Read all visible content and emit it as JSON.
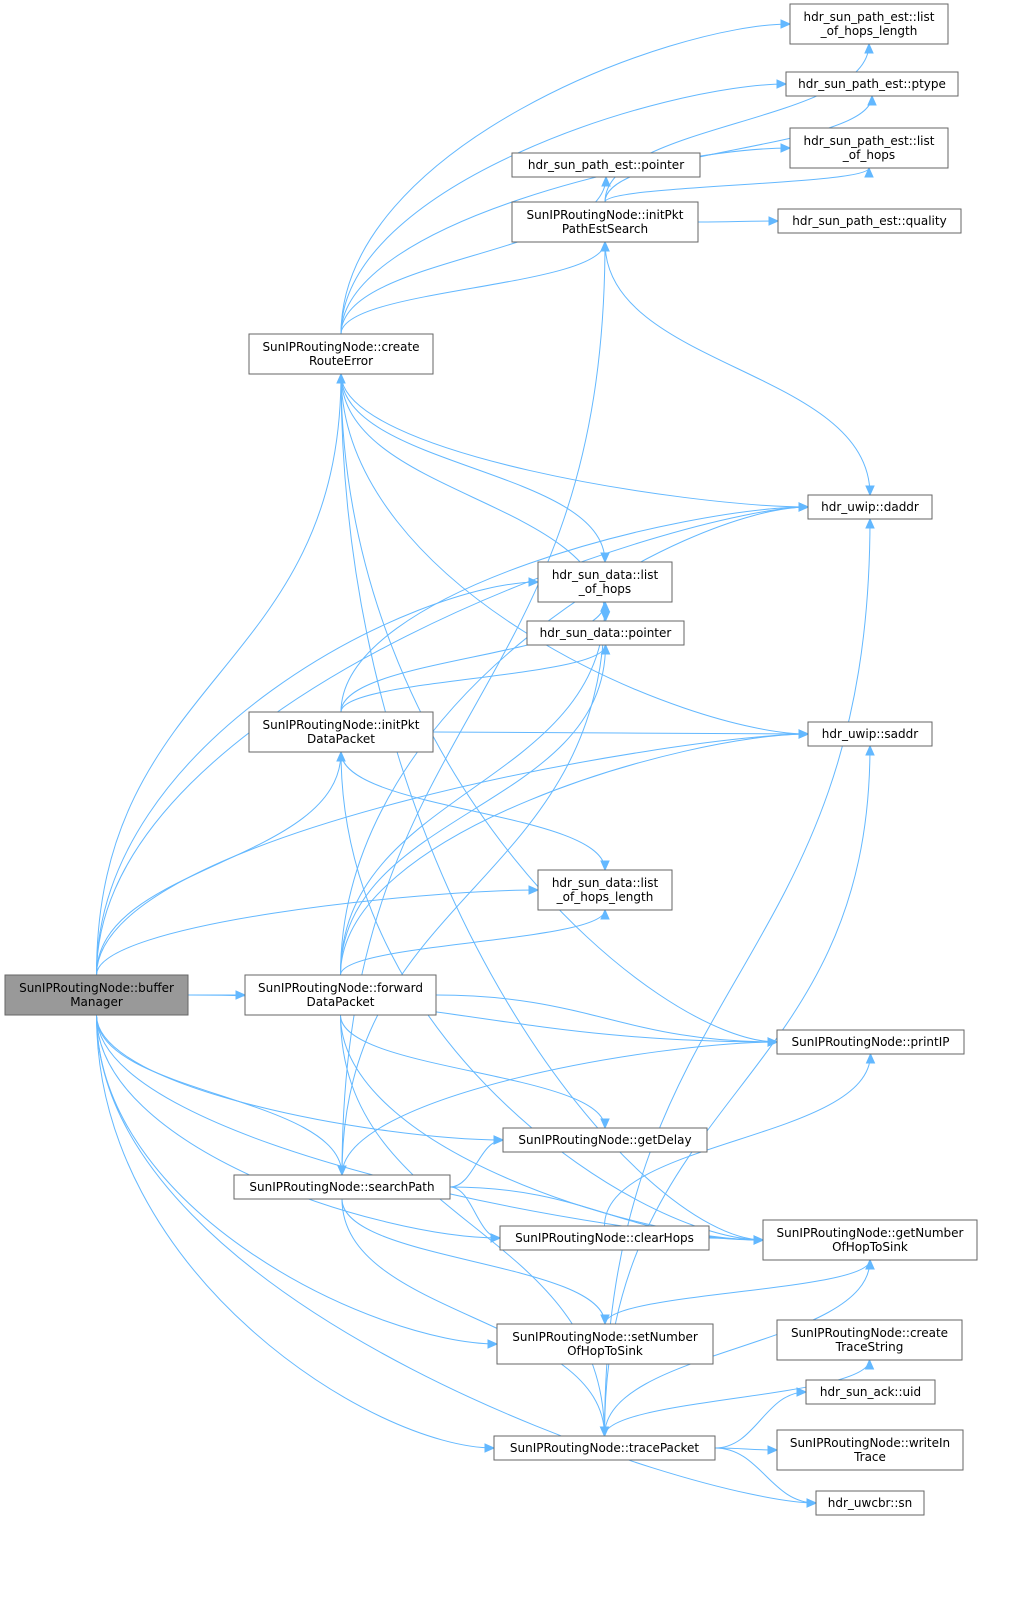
{
  "nodes": {
    "buffer": {
      "lines": [
        "SunIPRoutingNode::buffer",
        "Manager"
      ]
    },
    "createRE": {
      "lines": [
        "SunIPRoutingNode::create",
        "RouteError"
      ]
    },
    "initData": {
      "lines": [
        "SunIPRoutingNode::initPkt",
        "DataPacket"
      ]
    },
    "fwdData": {
      "lines": [
        "SunIPRoutingNode::forward",
        "DataPacket"
      ]
    },
    "searchPath": {
      "lines": [
        "SunIPRoutingNode::searchPath"
      ]
    },
    "pathPointer": {
      "lines": [
        "hdr_sun_path_est::pointer"
      ]
    },
    "initPES": {
      "lines": [
        "SunIPRoutingNode::initPkt",
        "PathEstSearch"
      ]
    },
    "dataHops": {
      "lines": [
        "hdr_sun_data::list",
        "_of_hops"
      ]
    },
    "dataPointer": {
      "lines": [
        "hdr_sun_data::pointer"
      ]
    },
    "dataHopsLen": {
      "lines": [
        "hdr_sun_data::list",
        "_of_hops_length"
      ]
    },
    "getDelay": {
      "lines": [
        "SunIPRoutingNode::getDelay"
      ]
    },
    "clearHops": {
      "lines": [
        "SunIPRoutingNode::clearHops"
      ]
    },
    "setNum": {
      "lines": [
        "SunIPRoutingNode::setNumber",
        "OfHopToSink"
      ]
    },
    "trace": {
      "lines": [
        "SunIPRoutingNode::tracePacket"
      ]
    },
    "pathHopsLen": {
      "lines": [
        "hdr_sun_path_est::list",
        "_of_hops_length"
      ]
    },
    "ptype": {
      "lines": [
        "hdr_sun_path_est::ptype"
      ]
    },
    "pathHops": {
      "lines": [
        "hdr_sun_path_est::list",
        "_of_hops"
      ]
    },
    "quality": {
      "lines": [
        "hdr_sun_path_est::quality"
      ]
    },
    "daddr": {
      "lines": [
        "hdr_uwip::daddr"
      ]
    },
    "saddr": {
      "lines": [
        "hdr_uwip::saddr"
      ]
    },
    "printIP": {
      "lines": [
        "SunIPRoutingNode::printIP"
      ]
    },
    "getNum": {
      "lines": [
        "SunIPRoutingNode::getNumber",
        "OfHopToSink"
      ]
    },
    "createTrace": {
      "lines": [
        "SunIPRoutingNode::create",
        "TraceString"
      ]
    },
    "ackUid": {
      "lines": [
        "hdr_sun_ack::uid"
      ]
    },
    "writeIn": {
      "lines": [
        "SunIPRoutingNode::writeIn",
        "Trace"
      ]
    },
    "uwcbrSn": {
      "lines": [
        "hdr_uwcbr::sn"
      ]
    }
  },
  "edges": [
    [
      "buffer",
      "createRE"
    ],
    [
      "buffer",
      "initData"
    ],
    [
      "buffer",
      "fwdData"
    ],
    [
      "buffer",
      "searchPath"
    ],
    [
      "buffer",
      "dataHops"
    ],
    [
      "buffer",
      "dataHopsLen"
    ],
    [
      "buffer",
      "getDelay"
    ],
    [
      "buffer",
      "clearHops"
    ],
    [
      "buffer",
      "setNum"
    ],
    [
      "buffer",
      "trace"
    ],
    [
      "buffer",
      "daddr"
    ],
    [
      "buffer",
      "saddr"
    ],
    [
      "buffer",
      "printIP"
    ],
    [
      "buffer",
      "getNum"
    ],
    [
      "buffer",
      "uwcbrSn"
    ],
    [
      "createRE",
      "pathHopsLen"
    ],
    [
      "createRE",
      "ptype"
    ],
    [
      "createRE",
      "pathHops"
    ],
    [
      "createRE",
      "pathPointer"
    ],
    [
      "createRE",
      "initPES"
    ],
    [
      "createRE",
      "daddr"
    ],
    [
      "createRE",
      "saddr"
    ],
    [
      "createRE",
      "dataHops"
    ],
    [
      "createRE",
      "dataPointer"
    ],
    [
      "createRE",
      "getNum"
    ],
    [
      "createRE",
      "printIP"
    ],
    [
      "initPES",
      "pathHopsLen"
    ],
    [
      "initPES",
      "ptype"
    ],
    [
      "initPES",
      "pathHops"
    ],
    [
      "initPES",
      "quality"
    ],
    [
      "initPES",
      "daddr"
    ],
    [
      "initData",
      "dataHops"
    ],
    [
      "initData",
      "dataPointer"
    ],
    [
      "initData",
      "dataHopsLen"
    ],
    [
      "initData",
      "daddr"
    ],
    [
      "initData",
      "saddr"
    ],
    [
      "initData",
      "getNum"
    ],
    [
      "fwdData",
      "dataHops"
    ],
    [
      "fwdData",
      "dataPointer"
    ],
    [
      "fwdData",
      "dataHopsLen"
    ],
    [
      "fwdData",
      "daddr"
    ],
    [
      "fwdData",
      "saddr"
    ],
    [
      "fwdData",
      "printIP"
    ],
    [
      "fwdData",
      "getDelay"
    ],
    [
      "fwdData",
      "getNum"
    ],
    [
      "fwdData",
      "trace"
    ],
    [
      "searchPath",
      "initPES"
    ],
    [
      "searchPath",
      "getDelay"
    ],
    [
      "searchPath",
      "clearHops"
    ],
    [
      "searchPath",
      "setNum"
    ],
    [
      "searchPath",
      "trace"
    ],
    [
      "searchPath",
      "printIP"
    ],
    [
      "searchPath",
      "getNum"
    ],
    [
      "searchPath",
      "dataHops"
    ],
    [
      "clearHops",
      "getNum"
    ],
    [
      "clearHops",
      "printIP"
    ],
    [
      "setNum",
      "getNum"
    ],
    [
      "trace",
      "createTrace"
    ],
    [
      "trace",
      "ackUid"
    ],
    [
      "trace",
      "writeIn"
    ],
    [
      "trace",
      "uwcbrSn"
    ],
    [
      "trace",
      "daddr"
    ],
    [
      "trace",
      "saddr"
    ],
    [
      "trace",
      "getNum"
    ]
  ]
}
